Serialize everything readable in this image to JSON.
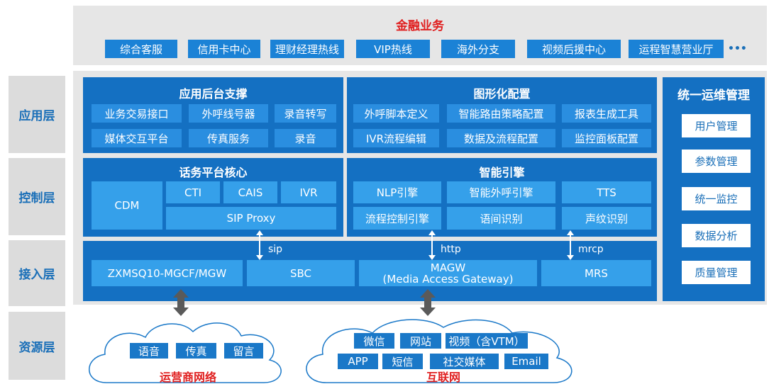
{
  "finance": {
    "title": "金融业务",
    "items": [
      "综合客服",
      "信用卡中心",
      "理财经理热线",
      "VIP热线",
      "海外分支",
      "视频后援中心",
      "运程智慧营业厅"
    ],
    "more": "•••"
  },
  "layers": {
    "application": "应用层",
    "control": "控制层",
    "access": "接入层",
    "resource": "资源层"
  },
  "app_backend": {
    "title": "应用后台支撑",
    "items": [
      "业务交易接口",
      "外呼线号器",
      "录音转写",
      "媒体交互平台",
      "传真服务",
      "录音"
    ]
  },
  "graphic_config": {
    "title": "图形化配置",
    "items": [
      "外呼脚本定义",
      "智能路由策略配置",
      "报表生成工具",
      "IVR流程编辑",
      "数据及流程配置",
      "监控面板配置"
    ]
  },
  "ops": {
    "title": "统一运维管理",
    "items": [
      "用户管理",
      "参数管理",
      "统一监控",
      "数据分析",
      "质量管理"
    ]
  },
  "call_core": {
    "title": "话务平台核心",
    "cdm": "CDM",
    "cti": "CTI",
    "cais": "CAIS",
    "ivr": "IVR",
    "sip_proxy": "SIP Proxy"
  },
  "engine": {
    "title": "智能引擎",
    "items": [
      "NLP引擎",
      "智能外呼引擎",
      "TTS",
      "流程控制引擎",
      "语间识别",
      "声纹识别"
    ]
  },
  "protocols": {
    "sip": "sip",
    "http": "http",
    "mrcp": "mrcp"
  },
  "access": {
    "mgcf": "ZXMSQ10-MGCF/MGW",
    "sbc": "SBC",
    "magw_line1": "MAGW",
    "magw_line2": "(Media Access Gateway)",
    "mrs": "MRS"
  },
  "resource": {
    "carrier": {
      "title": "运营商网络",
      "items": [
        "语音",
        "传真",
        "留言"
      ]
    },
    "internet": {
      "title": "互联网",
      "row1": [
        "微信",
        "网站",
        "视频（含VTM）"
      ],
      "row2": [
        "APP",
        "短信",
        "社交媒体",
        "Email"
      ]
    }
  },
  "colors": {
    "accent": "#1470c2",
    "chip": "#2a8ee0",
    "title_red": "#e02020",
    "label_blue": "#1a6fb8"
  }
}
